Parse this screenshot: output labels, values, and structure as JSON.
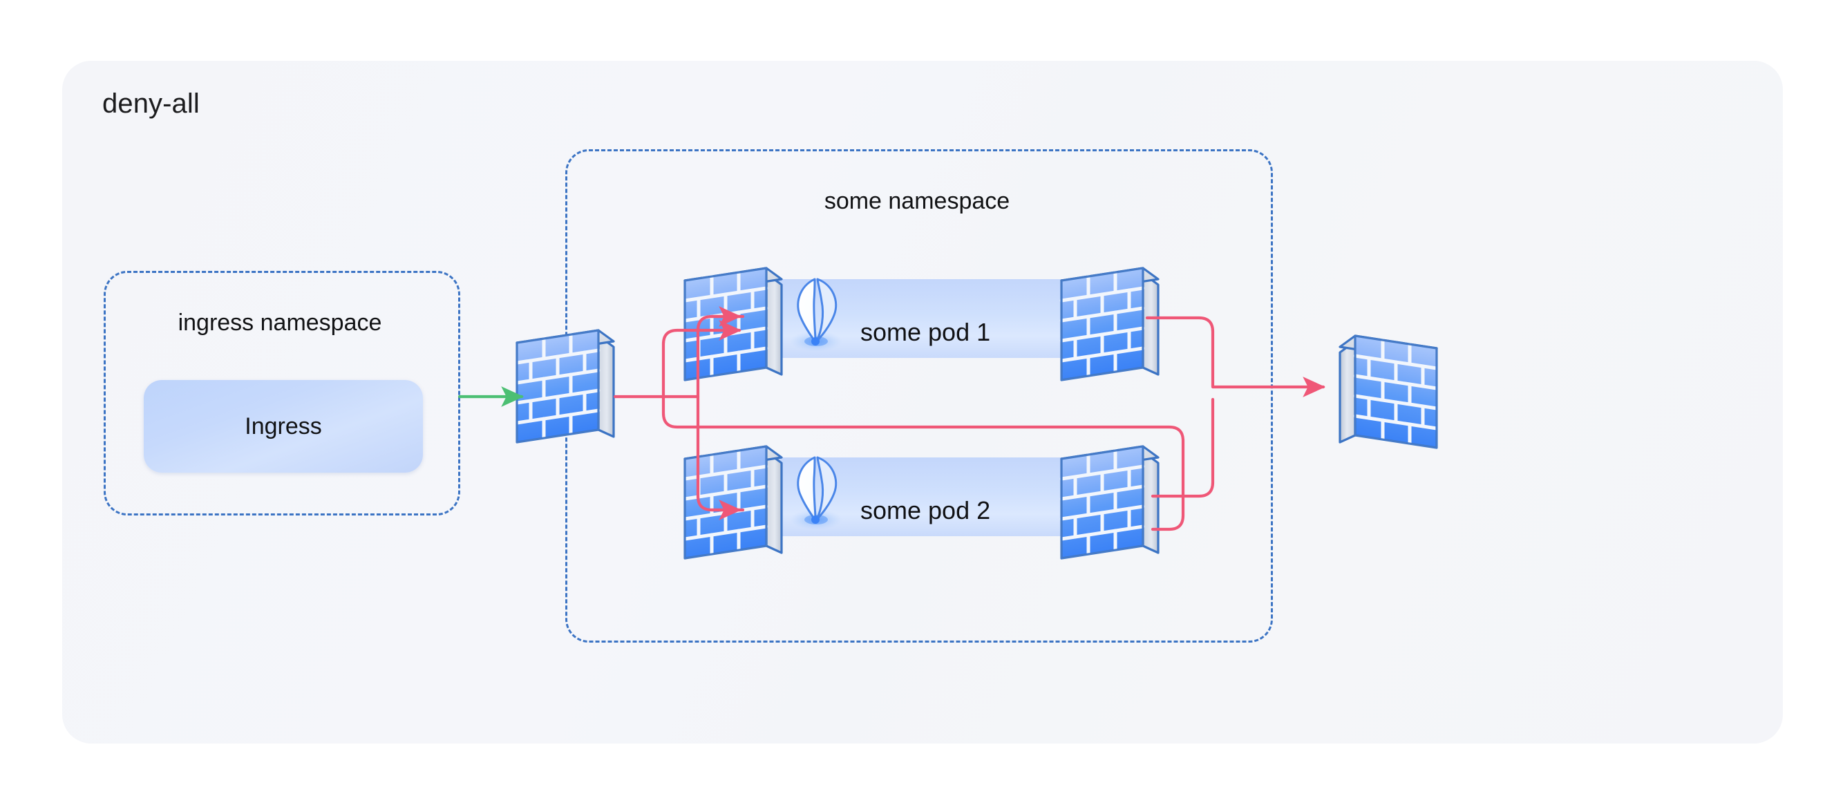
{
  "diagram": {
    "title": "deny-all",
    "type": "kubernetes-network-policy",
    "description": "deny-all network policy diagram showing ingress namespace traffic passing through firewalls into some namespace containing two pods, each guarded by firewalls on both sides"
  },
  "card": {
    "title": "deny-all",
    "background": "#f4f5f9"
  },
  "namespaces": [
    {
      "id": "ingress-namespace",
      "label": "ingress namespace",
      "border_color": "#3c74c4",
      "border_style": "dashed"
    },
    {
      "id": "some-namespace",
      "label": "some namespace",
      "border_color": "#3c74c4",
      "border_style": "dashed"
    }
  ],
  "ingress": {
    "label": "Ingress",
    "fill": "#c6d9fc"
  },
  "pods": [
    {
      "id": "some-pod-1",
      "label": "some pod 1",
      "icon": "pod-teardrop-icon",
      "fill": "#cfe0fd",
      "left_firewall": "firewall-pod1-in",
      "right_firewall": "firewall-pod1-out"
    },
    {
      "id": "some-pod-2",
      "label": "some pod 2",
      "icon": "pod-teardrop-icon",
      "fill": "#cfe0fd",
      "left_firewall": "firewall-pod2-in",
      "right_firewall": "firewall-pod2-out"
    }
  ],
  "firewalls": [
    {
      "id": "firewall-entry",
      "name": "entry firewall",
      "facing": "right"
    },
    {
      "id": "firewall-pod1-in",
      "name": "pod 1 ingress wall",
      "facing": "right"
    },
    {
      "id": "firewall-pod1-out",
      "name": "pod 1 egress wall",
      "facing": "right"
    },
    {
      "id": "firewall-pod2-in",
      "name": "pod 2 ingress wall",
      "facing": "right"
    },
    {
      "id": "firewall-pod2-out",
      "name": "pod 2 egress wall",
      "facing": "right"
    },
    {
      "id": "firewall-exit",
      "name": "exit firewall",
      "facing": "left"
    }
  ],
  "connections": [
    {
      "id": "ingress-to-entry-firewall",
      "from": "Ingress",
      "to": "firewall-entry",
      "color": "#4cbf73",
      "arrow": true
    },
    {
      "id": "entry-to-pod1",
      "from": "firewall-entry",
      "to": "firewall-pod1-in",
      "color": "#ef5777",
      "arrow": true
    },
    {
      "id": "entry-to-pod2",
      "from": "firewall-entry",
      "to": "firewall-pod2-in",
      "color": "#ef5777",
      "arrow": true
    },
    {
      "id": "pod2-back-to-pod1",
      "from": "firewall-pod2-out",
      "to": "firewall-pod1-in",
      "color": "#ef5777",
      "arrow": true
    },
    {
      "id": "pod1-to-exit",
      "from": "firewall-pod1-out",
      "to": "firewall-exit",
      "color": "#ef5777",
      "arrow": true
    },
    {
      "id": "pod2-to-exit",
      "from": "firewall-pod2-out",
      "to": "firewall-exit",
      "color": "#ef5777",
      "arrow": false
    }
  ],
  "colors": {
    "brick_light": "#a8c5fb",
    "brick_dark": "#3b82f6",
    "brick_outline": "#3c74c4",
    "brick_top": "#dfe4ed",
    "allow_green": "#4cbf73",
    "deny_red": "#ef5777",
    "namespace_border": "#3c74c4",
    "card_bg": "#f4f5f9",
    "text": "#101114"
  }
}
